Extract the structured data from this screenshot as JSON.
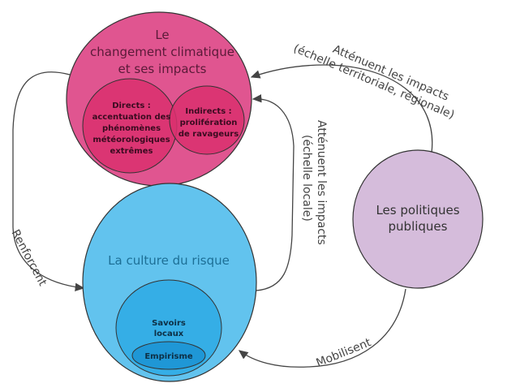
{
  "nodes": {
    "climate": {
      "title": [
        "Le",
        "changement climatique",
        "et ses impacts"
      ],
      "color": "#e05590"
    },
    "direct": {
      "lines": [
        "Directs :",
        "accentuation des",
        "phénomènes",
        "météorologiques",
        "extrêmes"
      ],
      "color": "#d9306f"
    },
    "indirect": {
      "lines": [
        "Indirects :",
        "prolifération",
        "de ravageurs"
      ],
      "color": "#d9306f"
    },
    "culture": {
      "title": "La culture du risque",
      "color": "#62c3ee"
    },
    "savoirs": {
      "lines": [
        "Savoirs",
        "locaux"
      ],
      "color": "#35aee6"
    },
    "empirisme": {
      "label": "Empirisme",
      "color": "#1f97d6"
    },
    "policies": {
      "lines": [
        "Les politiques",
        "publiques"
      ],
      "color": "#d5bcdb"
    }
  },
  "edges": {
    "renforcent": "Renforcent",
    "regional": [
      "Atténuent les impacts",
      "(échelle territoriale, régionale)"
    ],
    "local": [
      "Atténuent les impacts",
      "(échelle locale)"
    ],
    "mobilisent": "Mobilisent"
  }
}
